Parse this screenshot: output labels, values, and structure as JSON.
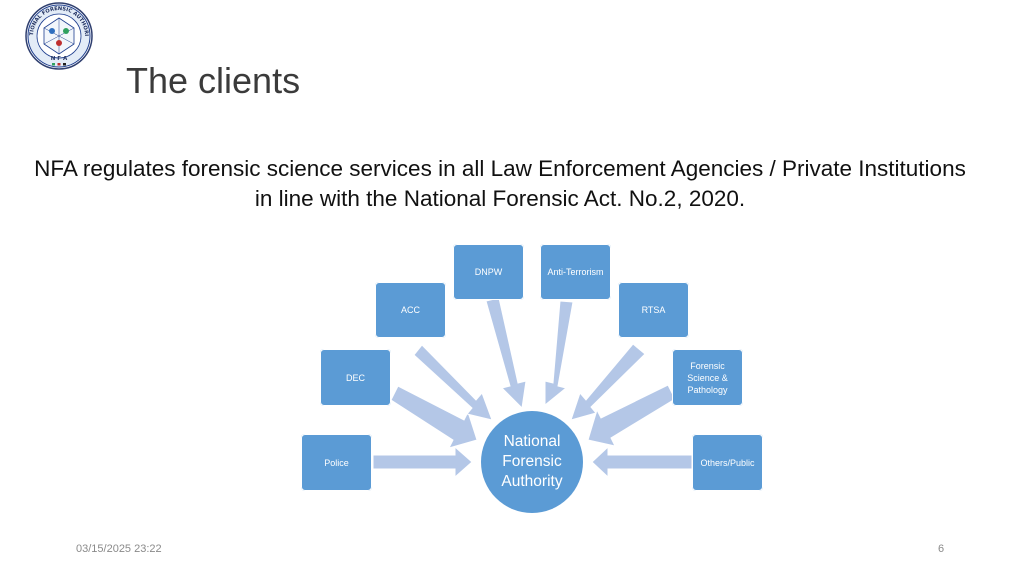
{
  "logo": {
    "ring_text": "NATIONAL FORENSIC AUTHORITY",
    "letters": "N F A"
  },
  "title": "The clients",
  "intro": "NFA  regulates forensic science services in all Law Enforcement Agencies / Private Institutions  in line with the National Forensic Act. No.2, 2020.",
  "diagram": {
    "hub": "National Forensic Authority",
    "clients": {
      "police": "Police",
      "dec": "DEC",
      "acc": "ACC",
      "dnpw": "DNPW",
      "anti_terrorism": "Anti-Terrorism",
      "rtsa": "RTSA",
      "forensic_science": "Forensic Science & Pathology",
      "others_public": "Others/Public"
    },
    "colors": {
      "box": "#5b9bd5",
      "arrow": "#b4c7e7"
    }
  },
  "footer": {
    "date": "03/15/2025 23:22",
    "page": "6"
  }
}
